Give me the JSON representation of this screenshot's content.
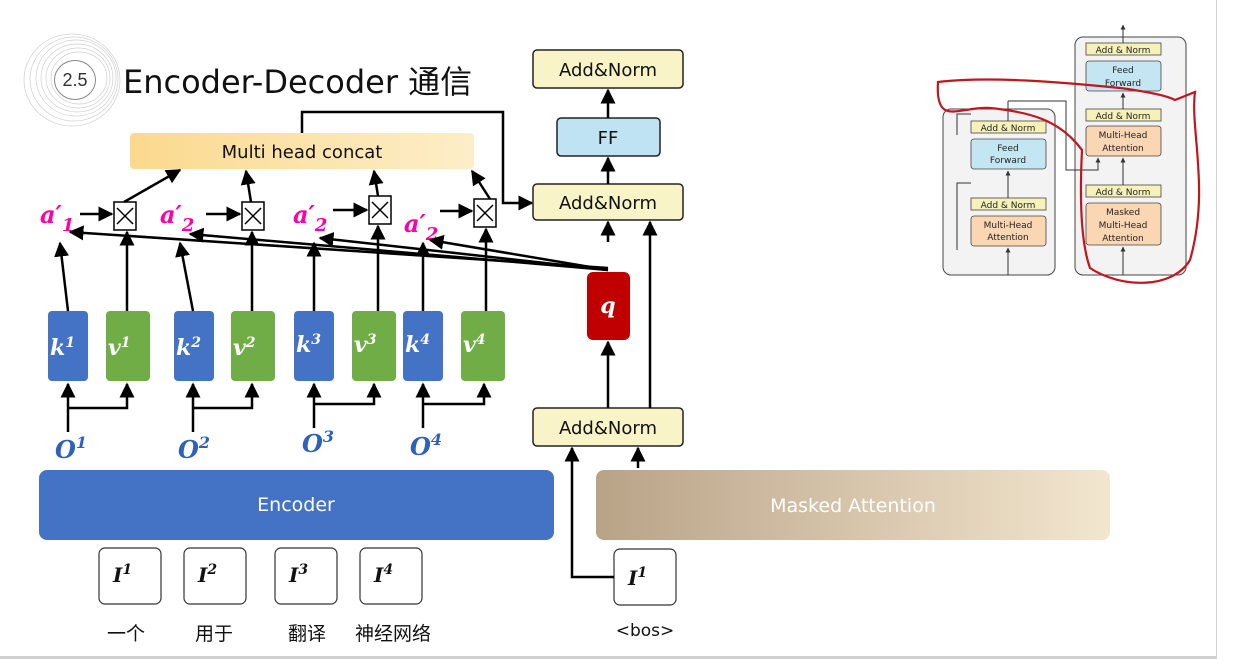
{
  "slide": {
    "section_number": "2.5",
    "title": "Encoder-Decoder 通信"
  },
  "decoder": {
    "top_norm": "Add&Norm",
    "ff": "FF",
    "mid_norm": "Add&Norm",
    "low_norm": "Add&Norm",
    "query": "q",
    "masked_attention": "Masked Attention",
    "input_token": "I",
    "input_sup": "1",
    "input_label": "<bos>"
  },
  "encoder": {
    "label": "Encoder",
    "concat": "Multi head concat",
    "inputs": [
      {
        "sym": "I",
        "sup": "1",
        "label": "一个"
      },
      {
        "sym": "I",
        "sup": "2",
        "label": "用于"
      },
      {
        "sym": "I",
        "sup": "3",
        "label": "翻译"
      },
      {
        "sym": "I",
        "sup": "4",
        "label": "神经网络"
      }
    ],
    "outputs": [
      {
        "sym": "O",
        "sup": "1"
      },
      {
        "sym": "O",
        "sup": "2"
      },
      {
        "sym": "O",
        "sup": "3"
      },
      {
        "sym": "O",
        "sup": "4"
      }
    ],
    "keys": [
      {
        "sym": "k",
        "sup": "1"
      },
      {
        "sym": "k",
        "sup": "2"
      },
      {
        "sym": "k",
        "sup": "3"
      },
      {
        "sym": "k",
        "sup": "4"
      }
    ],
    "values": [
      {
        "sym": "v",
        "sup": "1"
      },
      {
        "sym": "v",
        "sup": "2"
      },
      {
        "sym": "v",
        "sup": "3"
      },
      {
        "sym": "v",
        "sup": "4"
      }
    ],
    "weights": [
      {
        "sym": "a′",
        "sub": "1"
      },
      {
        "sym": "a′",
        "sub": "2"
      },
      {
        "sym": "a′",
        "sub": "2"
      },
      {
        "sym": "a′",
        "sub": "2"
      }
    ],
    "multiply": "⊠"
  },
  "reference_diagram": {
    "left": {
      "top_norm": "Add & Norm",
      "ff_line1": "Feed",
      "ff_line2": "Forward",
      "low_norm": "Add & Norm",
      "attn_line1": "Multi-Head",
      "attn_line2": "Attention"
    },
    "right": {
      "top_norm": "Add & Norm",
      "ff_line1": "Feed",
      "ff_line2": "Forward",
      "mid_norm": "Add & Norm",
      "cross_line1": "Multi-Head",
      "cross_line2": "Attention",
      "low_norm": "Add & Norm",
      "masked_line1": "Masked",
      "masked_line2": "Multi-Head",
      "masked_line3": "Attention"
    },
    "annotation_color": "#c0161d"
  },
  "colors": {
    "blue_box": "#4472c4",
    "green_box": "#70ad47",
    "query_red": "#c00000",
    "norm_fill": "#f8f4c8",
    "ff_fill": "#bfe3f2",
    "concat_fill": "#fde4a8",
    "weight_magenta": "#ff00a8",
    "output_blue": "#2f5fbf"
  }
}
